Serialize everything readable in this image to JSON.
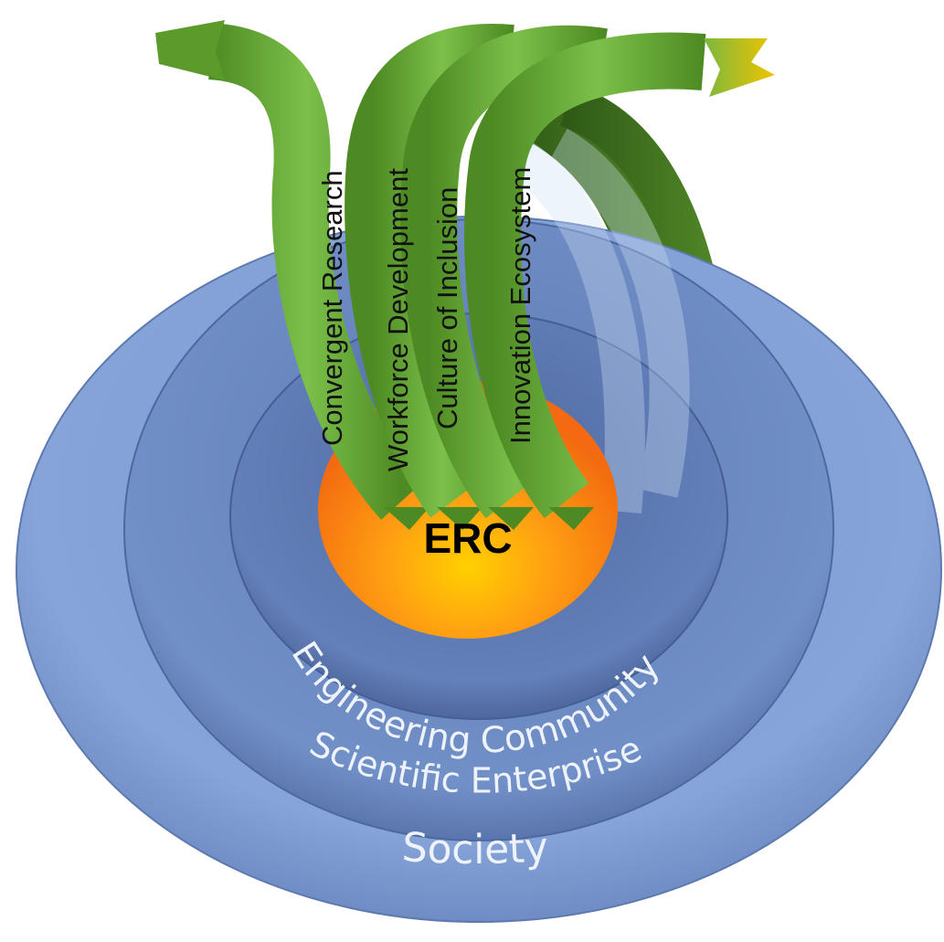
{
  "center": {
    "label": "ERC"
  },
  "rings": [
    {
      "label": "Engineering Community"
    },
    {
      "label": "Scientific Enterprise"
    },
    {
      "label": "Society"
    }
  ],
  "arrows": [
    {
      "label": "Convergent Research"
    },
    {
      "label": "Workforce Development"
    },
    {
      "label": "Culture of Inclusion"
    },
    {
      "label": "Innovation Ecosystem"
    }
  ],
  "colors": {
    "ring_outer": "#7f9fd3",
    "ring_middle": "#6a87c2",
    "ring_inner": "#5a76ae",
    "center_orange": "#fb8c12",
    "center_yellow": "#ffc400",
    "arrow_green": "#6aa43a",
    "arrow_dark": "#3d6b1c"
  }
}
